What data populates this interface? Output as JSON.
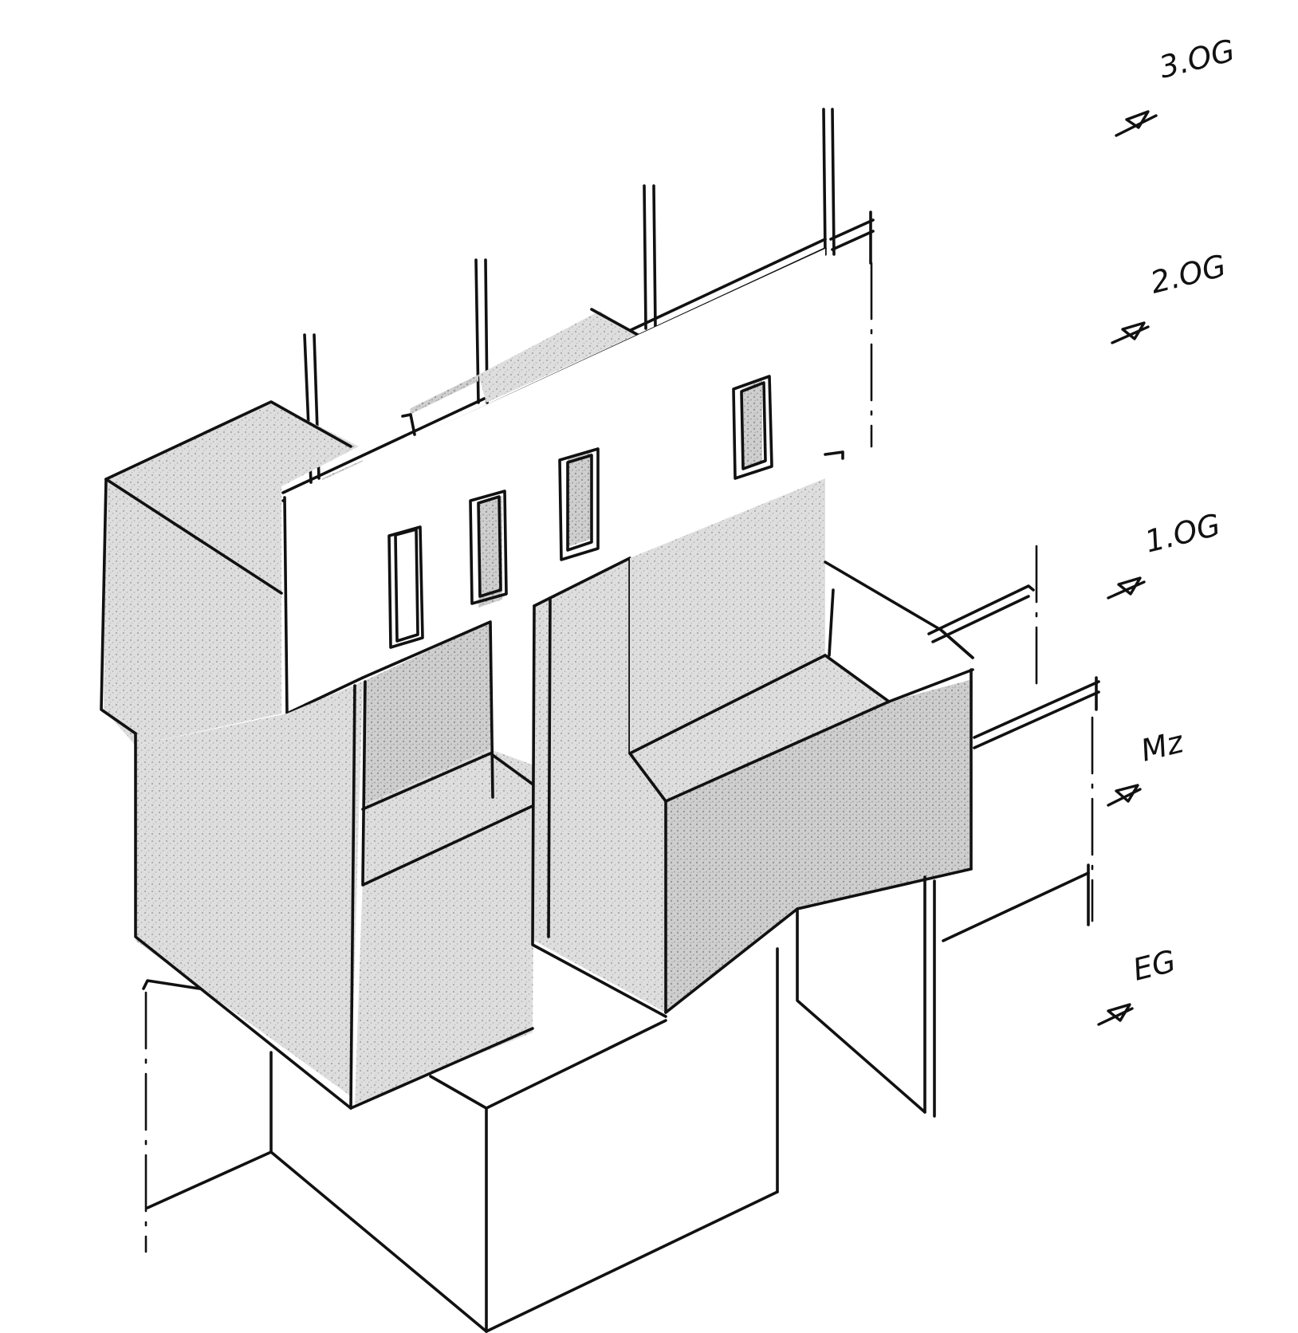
{
  "levels": [
    {
      "id": "3og",
      "label": "3.OG"
    },
    {
      "id": "2og",
      "label": "2.OG"
    },
    {
      "id": "1og",
      "label": "1.OG"
    },
    {
      "id": "mz",
      "label": "Mz"
    },
    {
      "id": "eg",
      "label": "EG"
    }
  ],
  "colors": {
    "ink": "#111111",
    "paper": "#ffffff",
    "pencil_shade": "#c9c9c9"
  },
  "icons": {
    "level_marker": "triangle-level-marker"
  }
}
